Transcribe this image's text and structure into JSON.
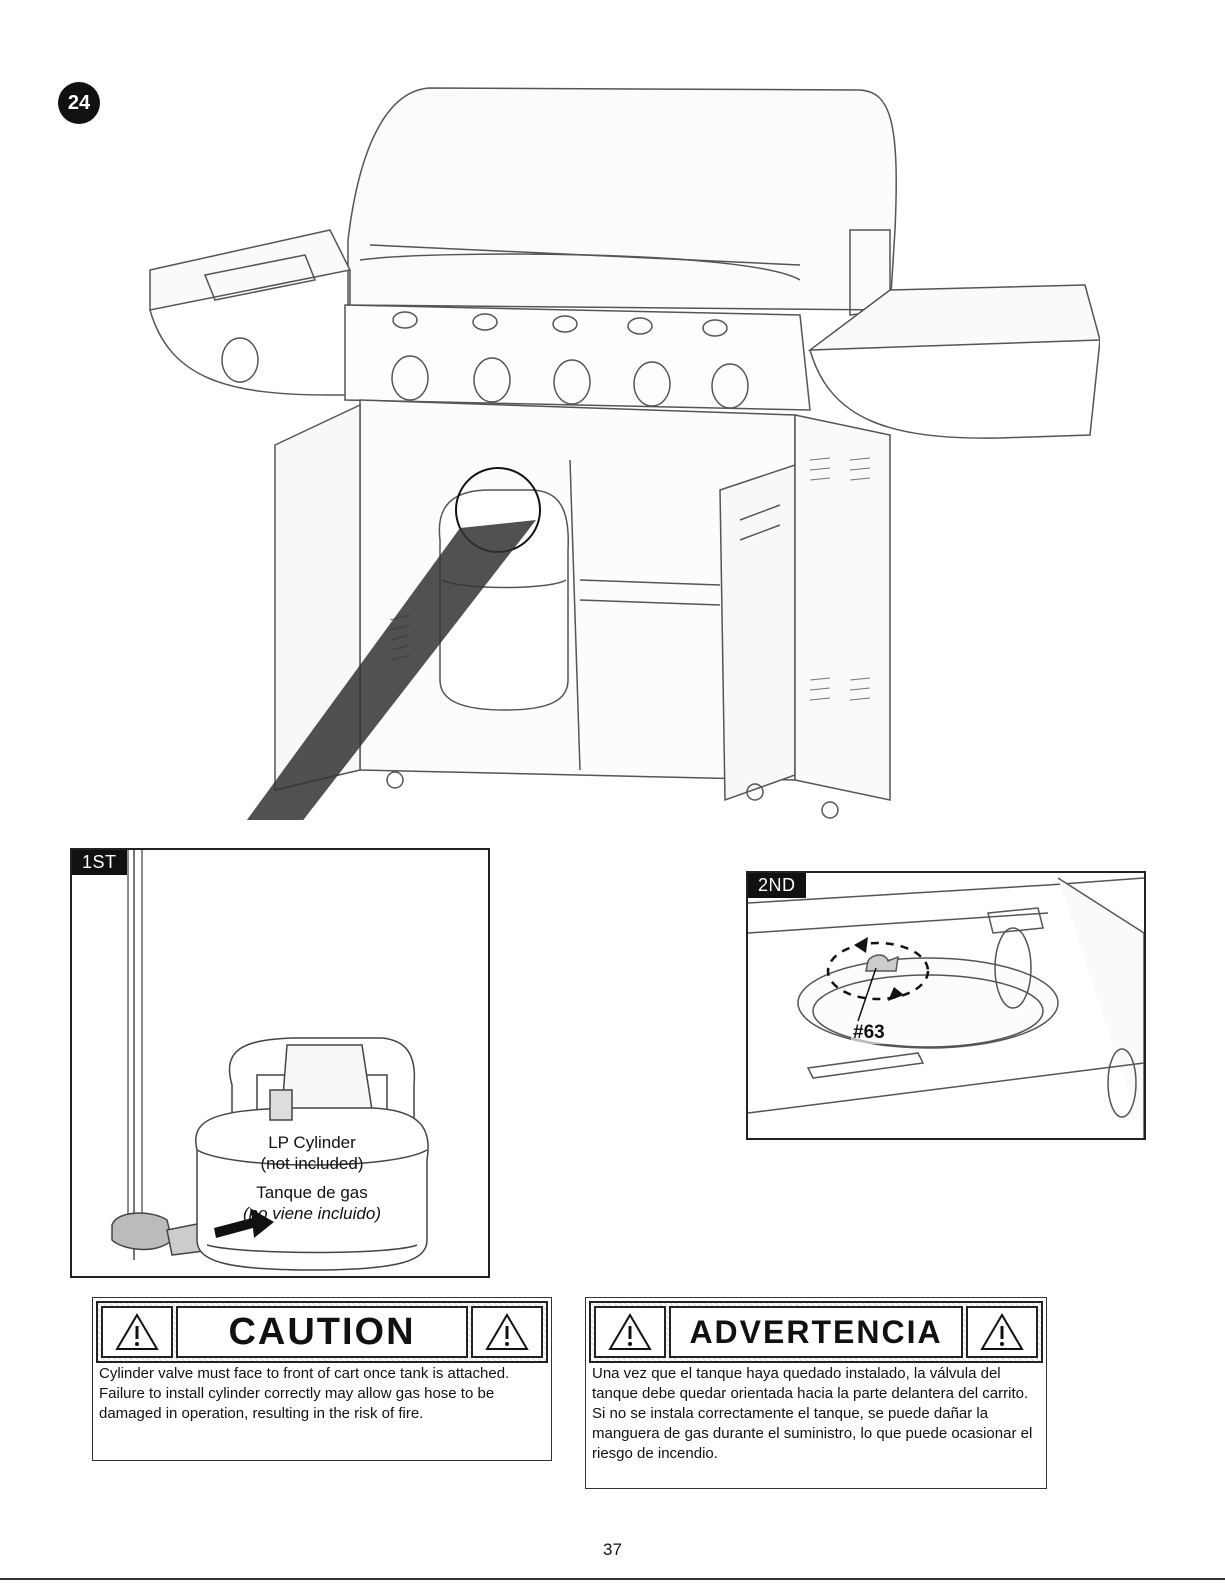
{
  "step": {
    "number": "24"
  },
  "panel_first": {
    "tag": "1ST",
    "cylinder_label_en_1": "LP Cylinder",
    "cylinder_label_en_2": "(not included)",
    "cylinder_label_es_1": "Tanque de gas",
    "cylinder_label_es_2": "(no viene incluido)"
  },
  "panel_second": {
    "tag": "2ND",
    "part_label": "#63"
  },
  "caution": {
    "heading": "CAUTION",
    "body": "Cylinder valve must face to front of cart once tank is attached. Failure to install cylinder correctly may allow gas hose to be damaged in operation, resulting in the risk of fire."
  },
  "advertencia": {
    "heading": "ADVERTENCIA",
    "body": "Una vez que el tanque haya quedado instalado, la válvula del tanque debe quedar orientada hacia la parte delantera del carrito. Si no se instala correctamente el tanque, se puede dañar la manguera de gas durante el suministro, lo que puede ocasionar el riesgo de incendio."
  },
  "page": {
    "number": "37"
  }
}
